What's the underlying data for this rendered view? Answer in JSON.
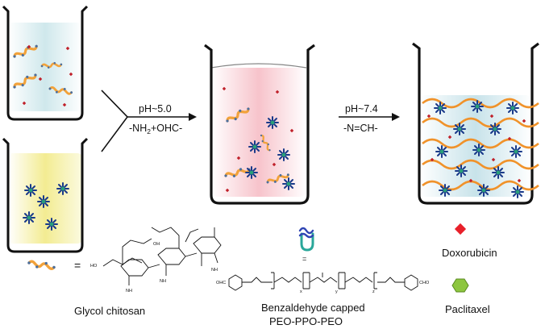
{
  "arrows": {
    "step1_top": "pH~5.0",
    "step1_bottom_a": "-NH",
    "step1_bottom_sub": "2",
    "step1_bottom_b": "+OHC-",
    "step2_top": "pH~7.4",
    "step2_bottom": "-N=CH-"
  },
  "legend": {
    "equals": "=",
    "equals_small": "=",
    "glycol_chitosan": "Glycol chitosan",
    "benzaldehyde_line1": "Benzaldehyde capped",
    "benzaldehyde_line2": "PEO-PPO-PEO",
    "doxorubicin": "Doxorubicin",
    "paclitaxel": "Paclitaxel"
  },
  "structure_labels": {
    "nh2_a": "NH",
    "nh2_b": "NH",
    "nh2_c": "NH",
    "ho": "HO",
    "oh": "OH",
    "cho_left": "OHC",
    "cho_right": "CHO",
    "sub_x": "x",
    "sub_y": "y",
    "sub_z": "z"
  },
  "colors": {
    "chitosan_chain": "#f2a23a",
    "doxorubicin": "#e8202a",
    "paclitaxel": "#8dc63f",
    "drug_star": "#1a3a8a",
    "star_center": "#2aa07a",
    "polymer_blue": "#2f45b4",
    "polymer_green": "#2aa79a",
    "liquid_blue": "#cfe8ec",
    "liquid_yellow": "#f4efa0",
    "liquid_pink": "#f6c9cf"
  }
}
